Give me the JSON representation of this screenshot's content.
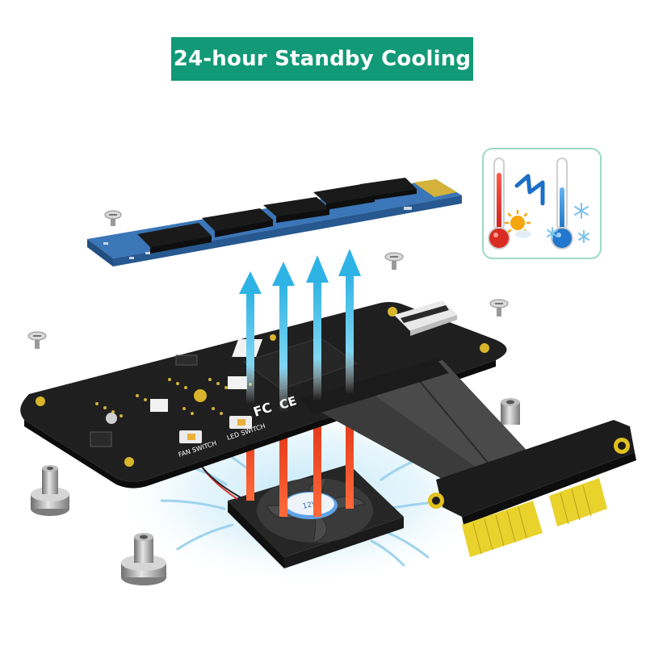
{
  "banner": {
    "title": "24-hour Standby Cooling"
  },
  "pcb_labels": {
    "fan_switch": "FAN SWITCH",
    "led_switch": "LED SWITCH",
    "fcc": "FC",
    "ce": "CE"
  },
  "fan": {
    "sticker": "12V"
  },
  "icons": [
    "thermometer-hot-icon",
    "thermometer-cold-icon",
    "sun-icon",
    "lightning-icon",
    "snowflake-icon",
    "screw-icon",
    "standoff-icon",
    "airflow-arrow-icon"
  ],
  "colors": {
    "banner": "#129977",
    "ssd_pcb": "#2f6aa6",
    "adapter_pcb": "#1c1c1c",
    "hot_arrow": "#ee3f1c",
    "cool_arrow": "#36b6e6",
    "gold": "#e8cf2a",
    "riser_cable": "#3a3a3a"
  }
}
